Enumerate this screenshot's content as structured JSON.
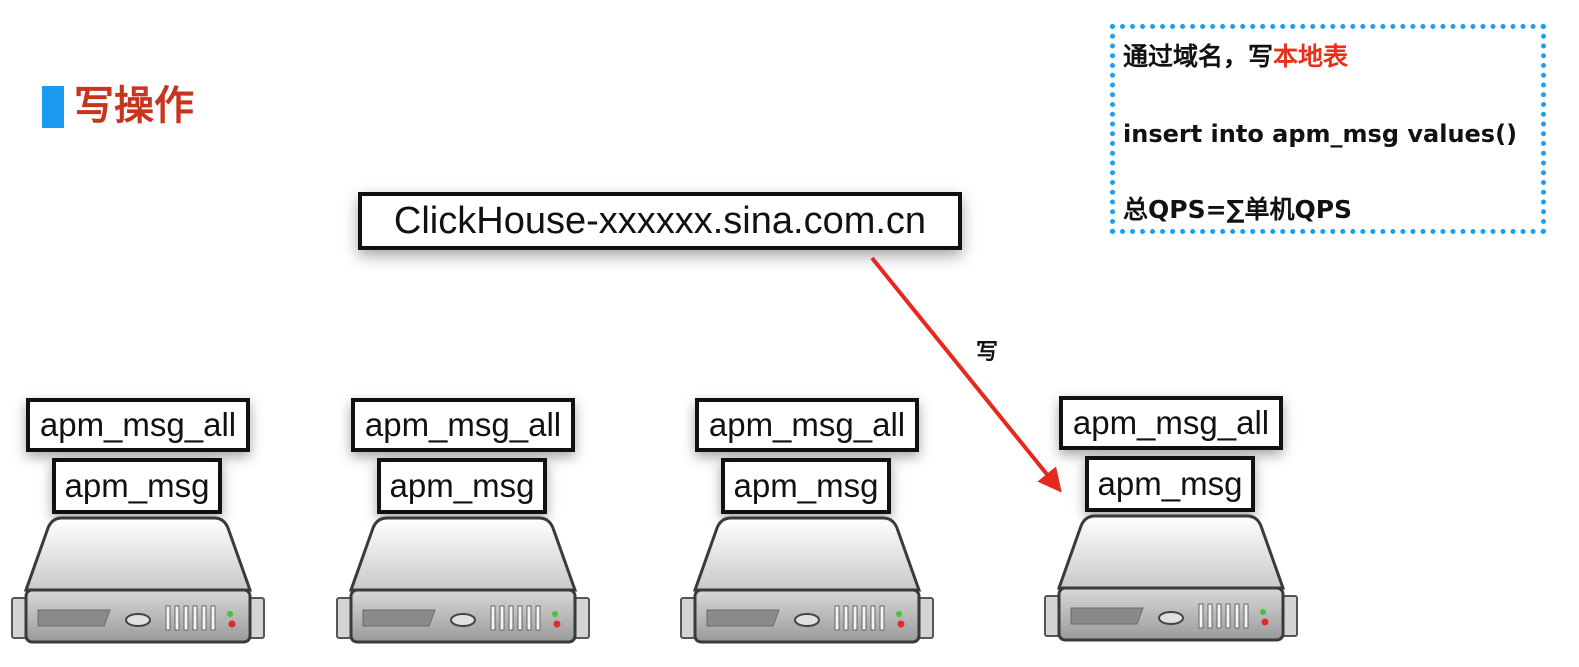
{
  "title": "写操作",
  "note": {
    "line1_prefix": "通过域名，写",
    "line1_highlight": "本地表",
    "line2": "insert into apm_msg values()",
    "line3": "总QPS=∑单机QPS"
  },
  "domain": "ClickHouse-xxxxxx.sina.com.cn",
  "write_label": "写",
  "nodes": [
    {
      "distributed_table": "apm_msg_all",
      "local_table": "apm_msg"
    },
    {
      "distributed_table": "apm_msg_all",
      "local_table": "apm_msg"
    },
    {
      "distributed_table": "apm_msg_all",
      "local_table": "apm_msg"
    },
    {
      "distributed_table": "apm_msg_all",
      "local_table": "apm_msg"
    }
  ],
  "colors": {
    "accent_blue": "#1a9bf0",
    "title_red": "#c9341f",
    "highlight_red": "#e83018",
    "arrow_red": "#e8281e"
  },
  "icons": {
    "server": "server-icon",
    "arrow": "write-arrow"
  }
}
